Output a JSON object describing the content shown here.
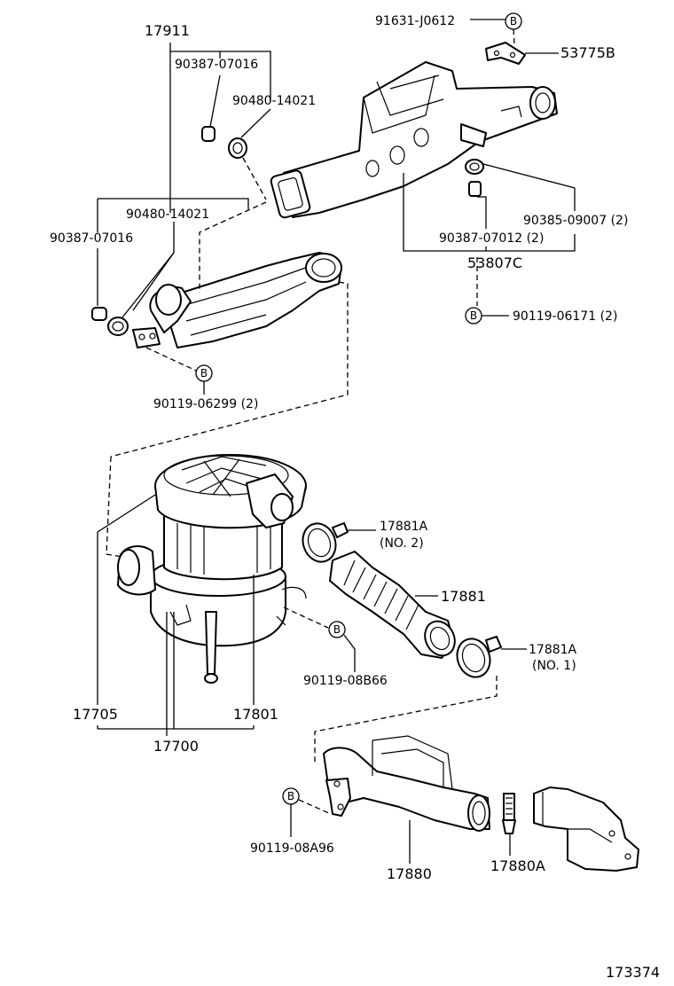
{
  "labels": {
    "p17911": "17911",
    "p90387_07016_a": "90387-07016",
    "p90480_14021_a": "90480-14021",
    "p90480_14021_b": "90480-14021",
    "p90387_07016_b": "90387-07016",
    "p90119_06299": "90119-06299 (2)",
    "p91631_j0612": "91631-J0612",
    "p53775b": "53775B",
    "p90385_09007": "90385-09007 (2)",
    "p90387_07012": "90387-07012 (2)",
    "p53807c": "53807C",
    "p90119_06171": "90119-06171 (2)",
    "p17881a_no2": "17881A",
    "p17881a_no2_sub": "(NO. 2)",
    "p17881": "17881",
    "p17881a_no1": "17881A",
    "p17881a_no1_sub": "(NO. 1)",
    "p90119_08b66": "90119-08B66",
    "p17705": "17705",
    "p17801": "17801",
    "p17700": "17700",
    "p90119_08a96": "90119-08A96",
    "p17880": "17880",
    "p17880a": "17880A",
    "figure_id": "173374"
  },
  "bubble_letter": "B"
}
